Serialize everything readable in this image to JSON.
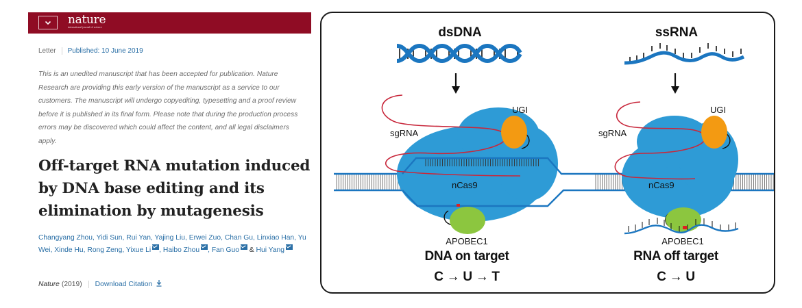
{
  "masthead": {
    "brand": "nature",
    "tagline": "international journal of science",
    "menu_icon": "chevron-down-icon",
    "brand_color": "#8f0c24"
  },
  "meta": {
    "article_type": "Letter",
    "published": "Published: 10 June 2019"
  },
  "disclaimer": "This is an unedited manuscript that has been accepted for publication. Nature Research are providing this early version of the manuscript as a service to our customers. The manuscript will undergo copyediting, typesetting and a proof review before it is published in its final form. Please note that during the production process errors may be discovered which could affect the content, and all legal disclaimers apply.",
  "title": "Off-target RNA mutation induced by DNA base editing and its elimination by mutagenesis",
  "authors": [
    {
      "name": "Changyang Zhou",
      "corresponding": false
    },
    {
      "name": "Yidi Sun",
      "corresponding": false
    },
    {
      "name": "Rui Yan",
      "corresponding": false
    },
    {
      "name": "Yajing Liu",
      "corresponding": false
    },
    {
      "name": "Erwei Zuo",
      "corresponding": false
    },
    {
      "name": "Chan Gu",
      "corresponding": false
    },
    {
      "name": "Linxiao Han",
      "corresponding": false
    },
    {
      "name": "Yu Wei",
      "corresponding": false
    },
    {
      "name": "Xinde Hu",
      "corresponding": false
    },
    {
      "name": "Rong Zeng",
      "corresponding": false
    },
    {
      "name": "Yixue Li",
      "corresponding": true
    },
    {
      "name": "Haibo Zhou",
      "corresponding": true
    },
    {
      "name": "Fan Guo",
      "corresponding": true
    },
    {
      "name": "Hui Yang",
      "corresponding": true
    }
  ],
  "authors_conjunction": "&",
  "citation": {
    "journal": "Nature",
    "year": "(2019)",
    "download_label": "Download Citation",
    "download_icon": "download-icon"
  },
  "figure": {
    "left": {
      "heading": "dsDNA",
      "sgrna_label": "sgRNA",
      "ugi_label": "UGI",
      "cas_label": "nCas9",
      "apobec_label": "APOBEC1",
      "result_title": "DNA on target",
      "result_formula": "C → U → T"
    },
    "right": {
      "heading": "ssRNA",
      "sgrna_label": "sgRNA",
      "ugi_label": "UGI",
      "cas_label": "nCas9",
      "apobec_label": "APOBEC1",
      "result_title": "RNA off target",
      "result_formula": "C → U"
    },
    "colors": {
      "helix": "#1b76c0",
      "cas9": "#2e9bd6",
      "ugi": "#f39a12",
      "apobec": "#8cc63f",
      "sgrna": "#c8283c",
      "edit_site": "#e02020"
    }
  }
}
